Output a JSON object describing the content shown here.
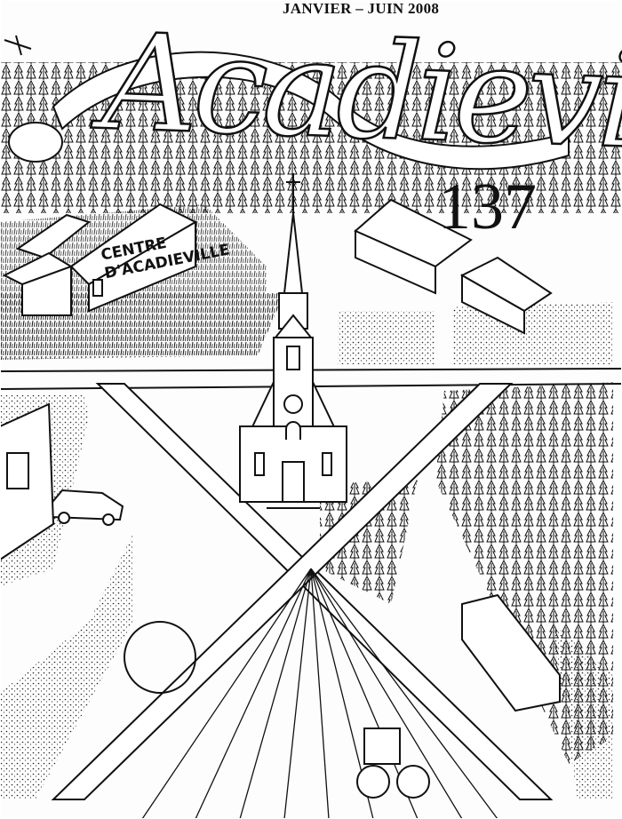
{
  "header": {
    "date": "JANVIER – JUIN 2008"
  },
  "masthead": {
    "title": "Acadieville"
  },
  "issue": {
    "number": "137"
  },
  "building_sign": {
    "line1": "CENTRE",
    "line2": "D'ACADIEVILLE"
  },
  "colors": {
    "ink": "#111111",
    "paper": "#fdfdfd"
  }
}
